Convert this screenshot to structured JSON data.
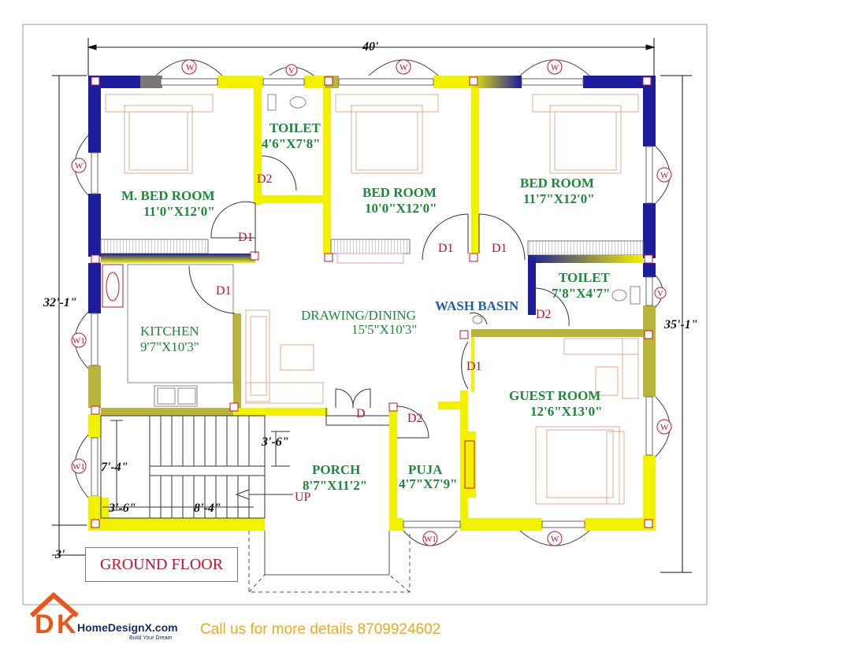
{
  "dimensions": {
    "width": "40'",
    "left_height": "32'-1\"",
    "right_height": "35'-1\"",
    "setback": "3'",
    "stair_width": "7'-4\"",
    "stair_step": "3'-6\"",
    "stair_run": "8'-4\"",
    "porch_step": "3'-6\""
  },
  "rooms": {
    "m_bed": {
      "name": "M. BED ROOM",
      "size": "11'0\"X12'0\""
    },
    "toilet1": {
      "name": "TOILET",
      "size": "4'6\"X7'8\""
    },
    "bed2": {
      "name": "BED ROOM",
      "size": "10'0\"X12'0\""
    },
    "bed3": {
      "name": "BED ROOM",
      "size": "11'7\"X12'0\""
    },
    "toilet2": {
      "name": "TOILET",
      "size": "7'8\"X4'7\""
    },
    "wash": {
      "name": "WASH BASIN"
    },
    "kitchen": {
      "name": "KITCHEN",
      "size": "9'7\"X10'3\""
    },
    "drawing": {
      "name": "DRAWING/DINING",
      "size": "15'5\"X10'3\""
    },
    "guest": {
      "name": "GUEST ROOM",
      "size": "12'6\"X13'0\""
    },
    "porch": {
      "name": "PORCH",
      "size": "8'7\"X11'2\""
    },
    "puja": {
      "name": "PUJA",
      "size": "4'7\"X7'9\""
    }
  },
  "doors": {
    "d": "D",
    "d1": "D1",
    "d2": "D2"
  },
  "windows": {
    "w": "W",
    "w1": "W1",
    "v": "V"
  },
  "stair_label": "UP",
  "plan_title": "GROUND FLOOR",
  "brand": {
    "letter1": "D",
    "letter2": "K",
    "name": "HomeDesignX.com",
    "tagline": "Build Your Dream"
  },
  "contact": "Call us for more details 8709924602",
  "colors": {
    "wall_yellow": "#f2f200",
    "wall_blue": "#1c1c9c",
    "wall_olive": "#b9b43a",
    "room_label": "#1a8a3a",
    "door_label": "#c8102e",
    "brand_orange": "#e8571a"
  }
}
